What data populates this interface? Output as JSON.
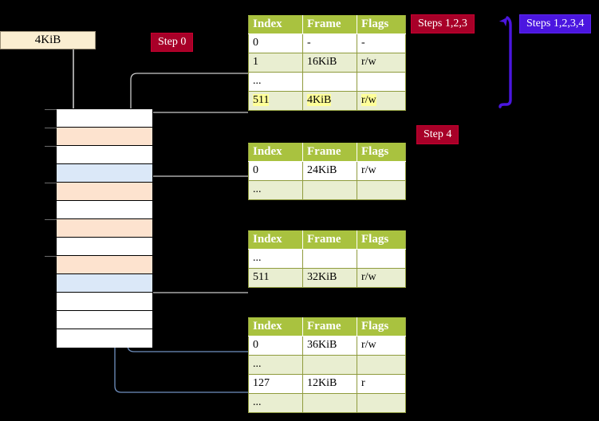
{
  "labels": {
    "mem_size": "4KiB",
    "step0": "Step 0",
    "step4": "Step 4",
    "steps123": "Steps 1,2,3",
    "steps1234": "Steps 1,2,3,4"
  },
  "columns": {
    "index": "Index",
    "frame": "Frame",
    "flags": "Flags"
  },
  "tables": [
    {
      "name": "level4-page-table",
      "rows": [
        {
          "index": "0",
          "frame": "-",
          "flags": "-",
          "band": "odd",
          "highlight": false
        },
        {
          "index": "1",
          "frame": "16KiB",
          "flags": "r/w",
          "band": "even",
          "highlight": false
        },
        {
          "index": "...",
          "frame": "",
          "flags": "",
          "band": "odd",
          "highlight": false
        },
        {
          "index": "511",
          "frame": "4KiB",
          "flags": "r/w",
          "band": "even",
          "highlight": true
        }
      ]
    },
    {
      "name": "level3-page-table",
      "rows": [
        {
          "index": "0",
          "frame": "24KiB",
          "flags": "r/w",
          "band": "odd",
          "highlight": false
        },
        {
          "index": "...",
          "frame": "",
          "flags": "",
          "band": "even",
          "highlight": false
        }
      ]
    },
    {
      "name": "level2-page-table",
      "rows": [
        {
          "index": "...",
          "frame": "",
          "flags": "",
          "band": "odd",
          "highlight": false
        },
        {
          "index": "511",
          "frame": "32KiB",
          "flags": "r/w",
          "band": "even",
          "highlight": false
        }
      ]
    },
    {
      "name": "level1-page-table",
      "rows": [
        {
          "index": "0",
          "frame": "36KiB",
          "flags": "r/w",
          "band": "odd",
          "highlight": false
        },
        {
          "index": "...",
          "frame": "",
          "flags": "",
          "band": "even",
          "highlight": false
        },
        {
          "index": "127",
          "frame": "12KiB",
          "flags": "r",
          "band": "odd",
          "highlight": false
        },
        {
          "index": "...",
          "frame": "",
          "flags": "",
          "band": "even",
          "highlight": false
        }
      ]
    }
  ],
  "memory_frames": [
    {
      "fill": "m-white",
      "tick": true
    },
    {
      "fill": "m-peach",
      "tick": true
    },
    {
      "fill": "m-white",
      "tick": true
    },
    {
      "fill": "m-blue",
      "tick": false
    },
    {
      "fill": "m-peach",
      "tick": true
    },
    {
      "fill": "m-white",
      "tick": false
    },
    {
      "fill": "m-peach",
      "tick": true
    },
    {
      "fill": "m-white",
      "tick": false
    },
    {
      "fill": "m-peach",
      "tick": true
    },
    {
      "fill": "m-blue",
      "tick": false
    },
    {
      "fill": "m-white",
      "tick": false
    },
    {
      "fill": "m-white",
      "tick": false
    },
    {
      "fill": "m-white",
      "tick": false
    }
  ],
  "colors": {
    "header_green": "#a9c23f",
    "row_even": "#e9eed1",
    "highlight_yellow": "#ffff99",
    "badge_red": "#a80028",
    "badge_blue": "#4b16e0",
    "peach": "#fde3cf",
    "light_blue": "#dbe8f8",
    "cream": "#faeed1",
    "connector_gray": "#b8b8b8",
    "connector_blue": "#7090c0",
    "background": "#000000"
  }
}
